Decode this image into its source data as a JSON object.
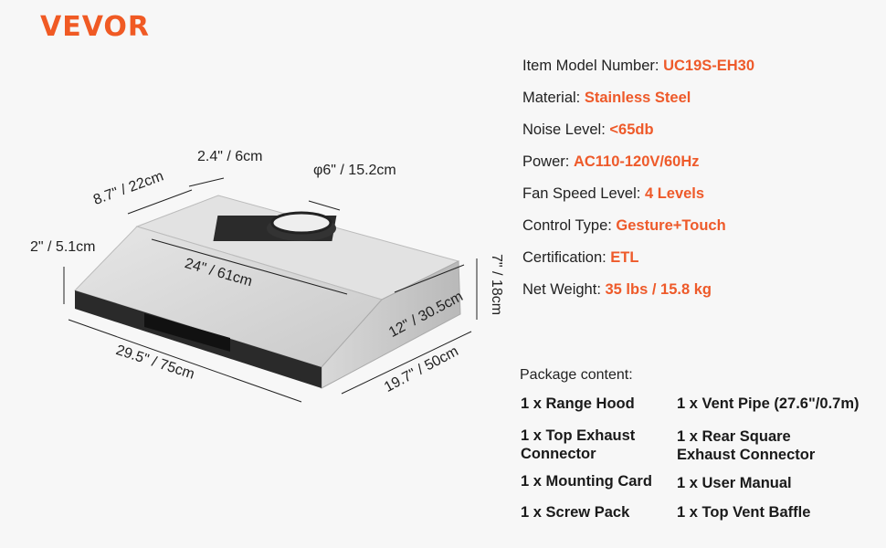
{
  "brand": "VEVOR",
  "colors": {
    "accent": "#ee5a2a",
    "background": "#f7f7f7"
  },
  "specs": [
    {
      "label": "Item Model Number: ",
      "value": "UC19S-EH30"
    },
    {
      "label": "Material: ",
      "value": "Stainless Steel"
    },
    {
      "label": "Noise Level: ",
      "value": "<65db"
    },
    {
      "label": "Power: ",
      "value": "AC110-120V/60Hz"
    },
    {
      "label": "Fan Speed Level: ",
      "value": "4 Levels"
    },
    {
      "label": "Control Type: ",
      "value": "Gesture+Touch"
    },
    {
      "label": "Certification: ",
      "value": "ETL"
    },
    {
      "label": "Net Weight: ",
      "value": "35 lbs / 15.8 kg"
    }
  ],
  "package": {
    "title": "Package content:",
    "items": [
      "1 x Range Hood",
      "1 x Vent Pipe (27.6\"/0.7m)",
      "1 x Top Exhaust Connector",
      "1 x Rear Square Exhaust Connector",
      "1 x Mounting Card",
      "1 x User Manual",
      "1 x Screw Pack",
      "1 x Top Vent Baffle"
    ]
  },
  "dimensions": {
    "depth_top": "8.7\" / 22cm",
    "back_gap": "2.4\" / 6cm",
    "duct": "φ6\" / 15.2cm",
    "front_height": "2\" / 5.1cm",
    "inner_width": "24\" / 61cm",
    "side_depth": "12\" / 30.5cm",
    "height": "7\" / 18cm",
    "width": "29.5\" / 75cm",
    "depth": "19.7\" / 50cm"
  }
}
